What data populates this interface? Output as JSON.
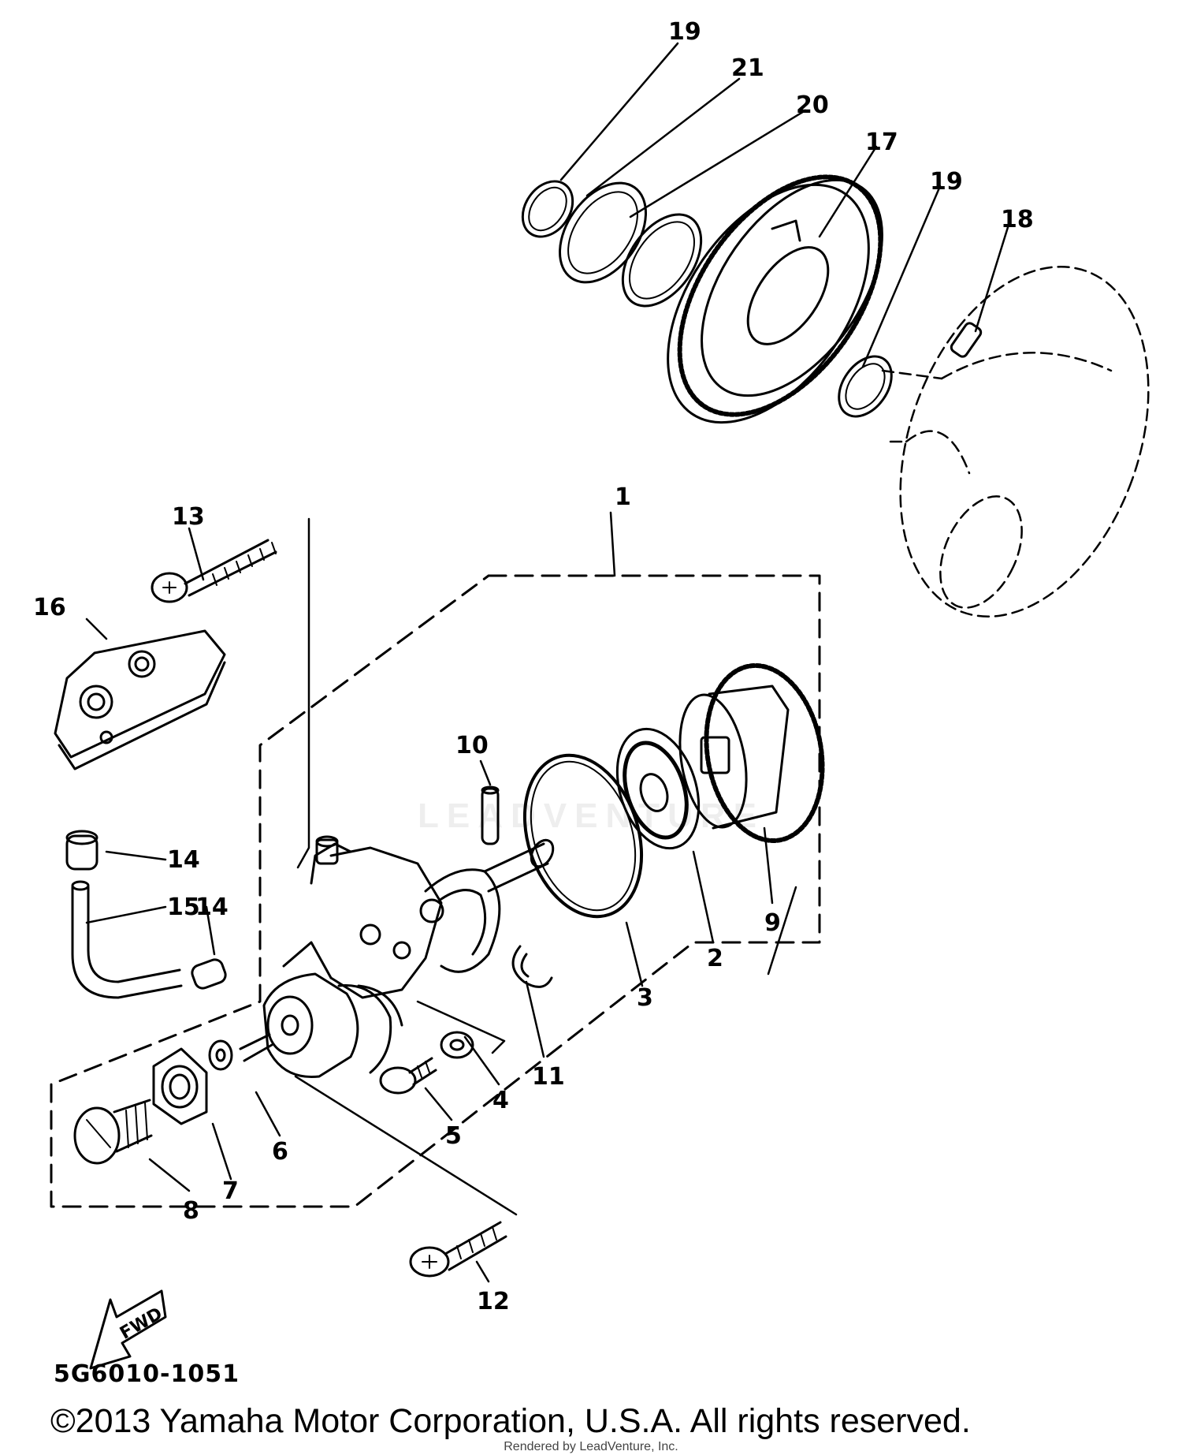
{
  "diagram": {
    "code": "5G6010-1051",
    "fwd_label": "FWD",
    "callouts": [
      {
        "id": "c19a",
        "label": "19"
      },
      {
        "id": "c21",
        "label": "21"
      },
      {
        "id": "c20",
        "label": "20"
      },
      {
        "id": "c17",
        "label": "17"
      },
      {
        "id": "c19b",
        "label": "19"
      },
      {
        "id": "c18",
        "label": "18"
      },
      {
        "id": "c1",
        "label": "1"
      },
      {
        "id": "c13",
        "label": "13"
      },
      {
        "id": "c16",
        "label": "16"
      },
      {
        "id": "c10",
        "label": "10"
      },
      {
        "id": "c14a",
        "label": "14"
      },
      {
        "id": "c15",
        "label": "15"
      },
      {
        "id": "c14b",
        "label": "14"
      },
      {
        "id": "c9",
        "label": "9"
      },
      {
        "id": "c2",
        "label": "2"
      },
      {
        "id": "c3",
        "label": "3"
      },
      {
        "id": "c11",
        "label": "11"
      },
      {
        "id": "c4",
        "label": "4"
      },
      {
        "id": "c5",
        "label": "5"
      },
      {
        "id": "c6",
        "label": "6"
      },
      {
        "id": "c7",
        "label": "7"
      },
      {
        "id": "c8",
        "label": "8"
      },
      {
        "id": "c12",
        "label": "12"
      }
    ]
  },
  "watermark": "LEADVENTURE",
  "footer": {
    "copyright": "©2013 Yamaha Motor Corporation, U.S.A. All rights reserved.",
    "rendered_by": "Rendered by LeadVenture, Inc."
  }
}
